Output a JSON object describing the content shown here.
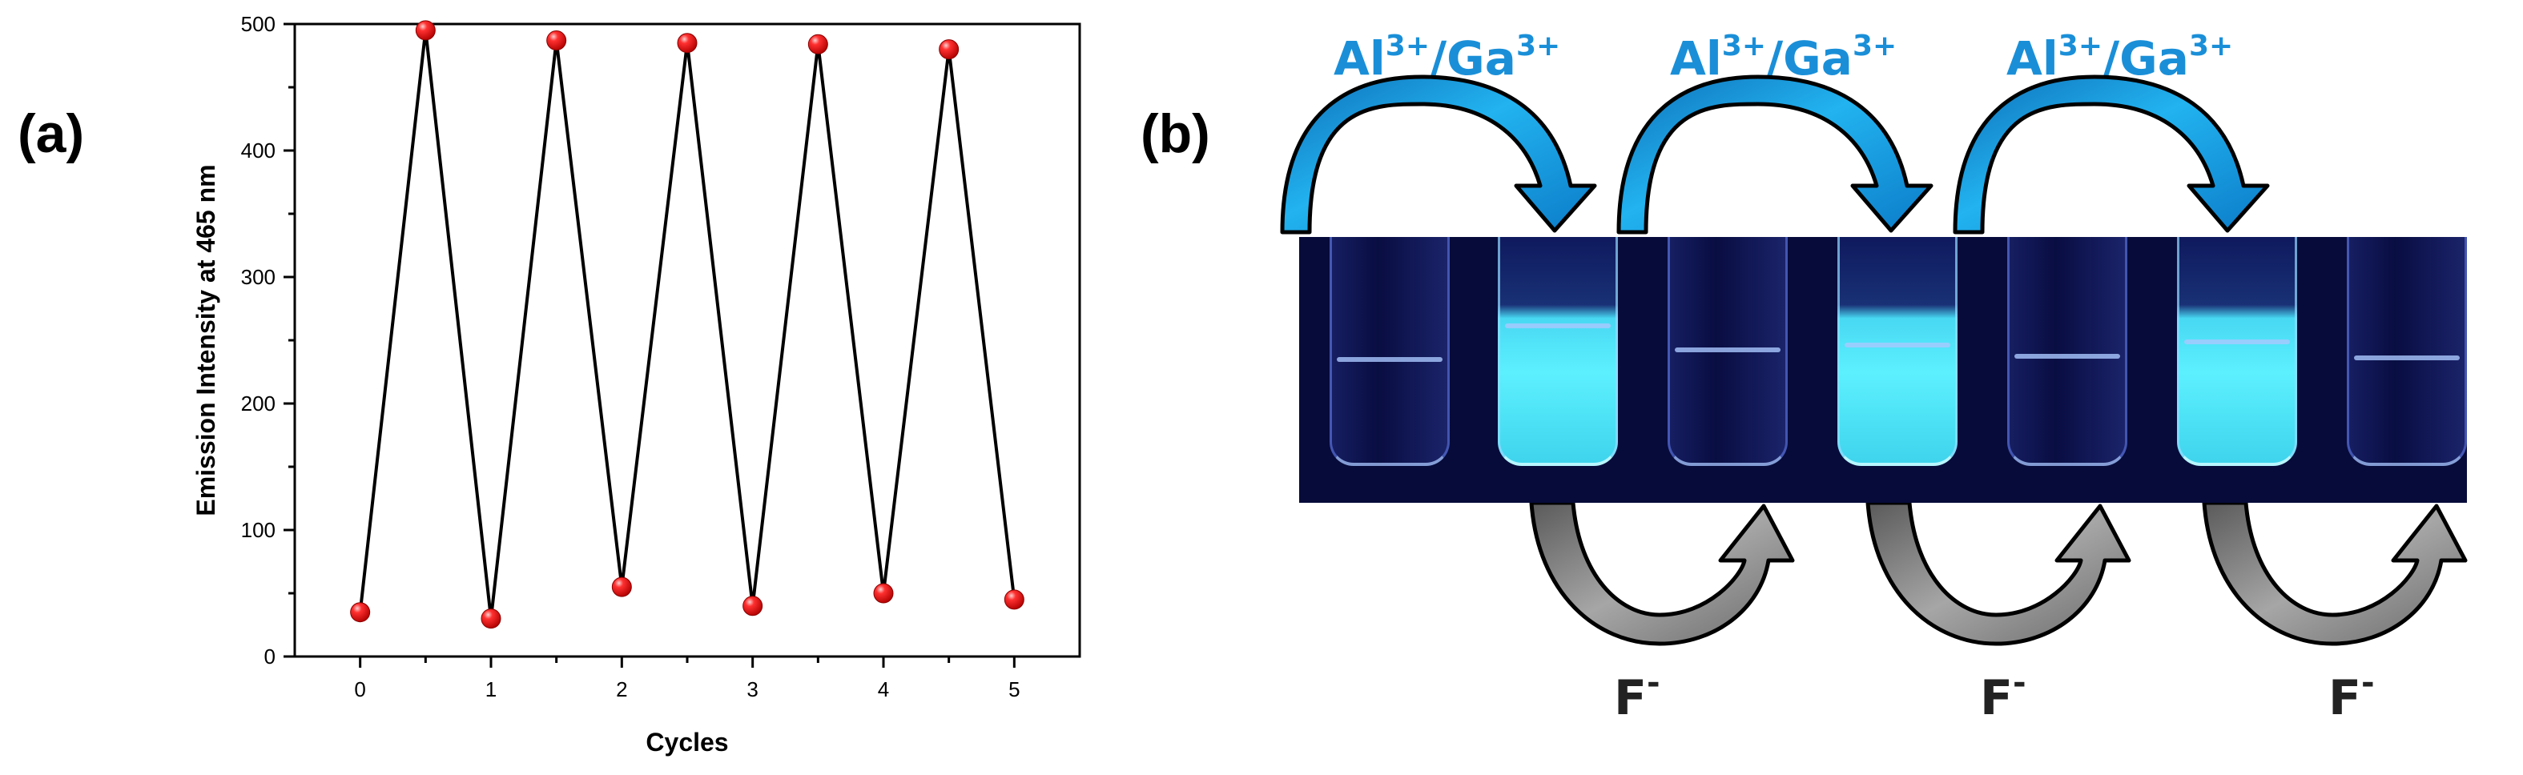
{
  "panel_labels": {
    "a": "(a)",
    "b": "(b)"
  },
  "chart_data": {
    "type": "line",
    "xlabel": "Cycles",
    "ylabel": "Emission Intensity at 465 nm",
    "xlim": [
      -0.5,
      5.5
    ],
    "ylim": [
      0,
      500
    ],
    "xticks": [
      "0",
      "1",
      "2",
      "3",
      "4",
      "5"
    ],
    "yticks": [
      "0",
      "100",
      "200",
      "300",
      "400",
      "500"
    ],
    "x": [
      0,
      0.5,
      1,
      1.5,
      2,
      2.5,
      3,
      3.5,
      4,
      4.5,
      5
    ],
    "values": [
      35,
      495,
      30,
      487,
      55,
      485,
      40,
      484,
      50,
      480,
      45
    ],
    "line_color": "#000000",
    "marker_color": "#ff1010"
  },
  "scheme": {
    "add_label": {
      "base1": "Al",
      "sup1": "3+",
      "mid": "/Ga",
      "sup2": "3+"
    },
    "remove_label": {
      "base": "F",
      "sup": "-"
    },
    "add_color": "#1a8fd8",
    "add_arrow_color": "#1aa6e8",
    "remove_arrow_color": "#8a8a8a",
    "vials": [
      "off",
      "on",
      "off",
      "on",
      "off",
      "on",
      "off"
    ]
  }
}
